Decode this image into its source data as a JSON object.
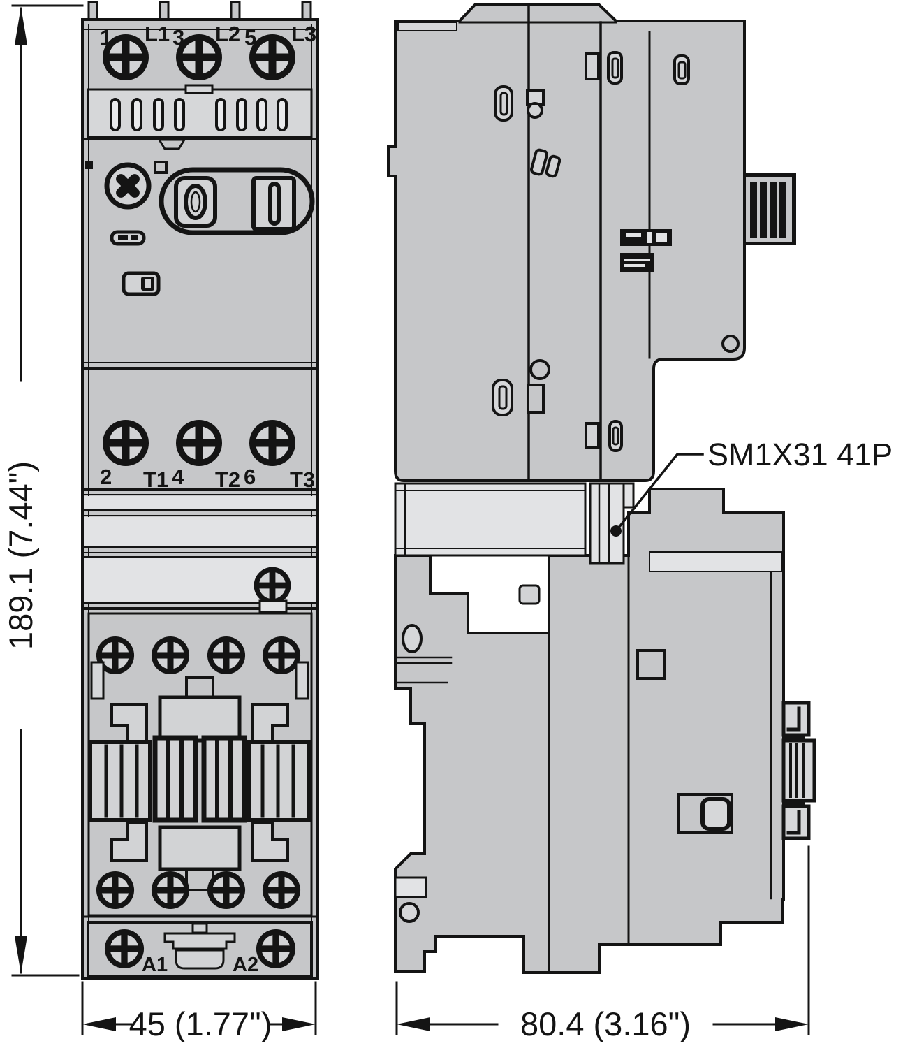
{
  "dimensions": {
    "height": "189.1 (7.44\")",
    "width_front": "45 (1.77\")",
    "depth_side": "80.4 (3.16\")"
  },
  "callout": {
    "label": "SM1X31 41P"
  },
  "front_view": {
    "top_terminals": [
      "1",
      "L1",
      "3",
      "L2",
      "5",
      "L3"
    ],
    "bottom_terminals": [
      "2",
      "T1",
      "4",
      "T2",
      "6",
      "T3"
    ],
    "coil_terminals": [
      "A1",
      "A2"
    ]
  },
  "colors": {
    "body": "#c6c7c9",
    "face": "#d2d3d5",
    "panel": "#d6d7d9",
    "band": "#e2e3e5",
    "outline": "#141414",
    "background": "#ffffff"
  },
  "icons": {
    "screw": "phillips-screw-icon",
    "dial": "adjustment-dial-icon",
    "arrow": "dimension-arrow-icon"
  }
}
